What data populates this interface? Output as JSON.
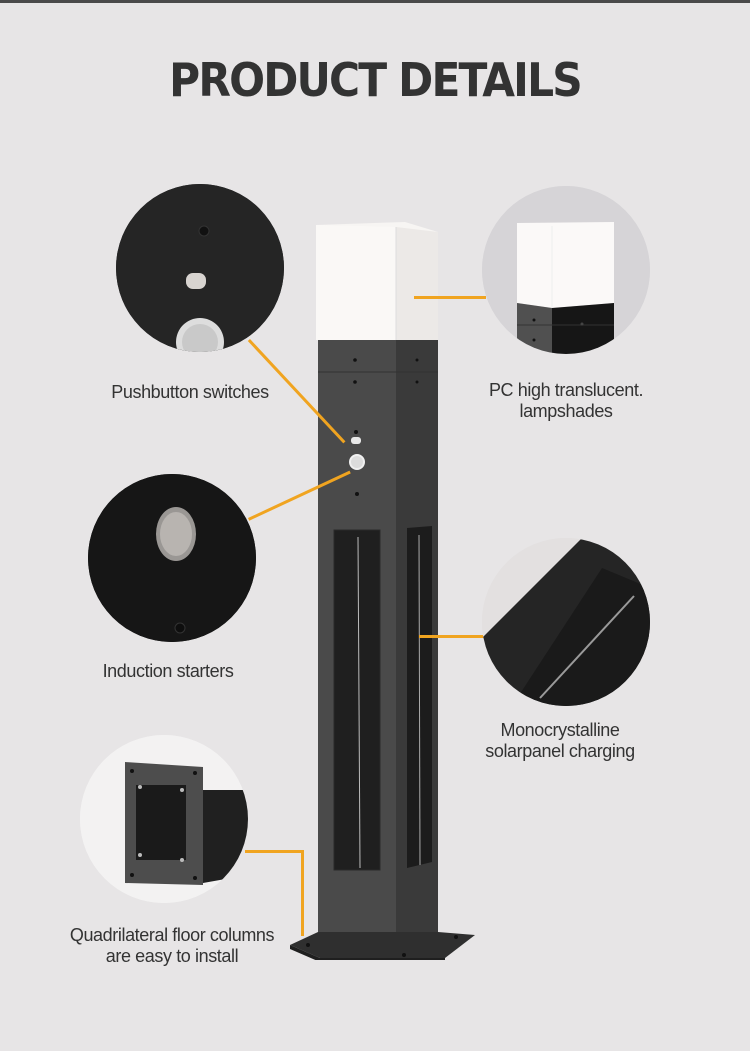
{
  "header": {
    "title": "PRODUCT DETAILS"
  },
  "features": [
    {
      "id": "pushbutton",
      "label": "Pushbutton switches",
      "icon": "pushbutton-closeup"
    },
    {
      "id": "lampshade",
      "label_line1": "PC high translucent.",
      "label_line2": "lampshades",
      "icon": "lampshade-closeup"
    },
    {
      "id": "induction",
      "label": "Induction starters",
      "icon": "pir-sensor-closeup"
    },
    {
      "id": "solar",
      "label_line1": "Monocrystalline",
      "label_line2": "solarpanel charging",
      "icon": "solar-panel-closeup"
    },
    {
      "id": "base",
      "label_line1": "Quadrilateral floor columns",
      "label_line2": "are easy to install",
      "icon": "mounting-base-closeup"
    }
  ],
  "colors": {
    "background": "#e7e5e6",
    "leader_line": "#f0a420",
    "title_text": "#333333",
    "post_body": "#3c3c3c"
  }
}
